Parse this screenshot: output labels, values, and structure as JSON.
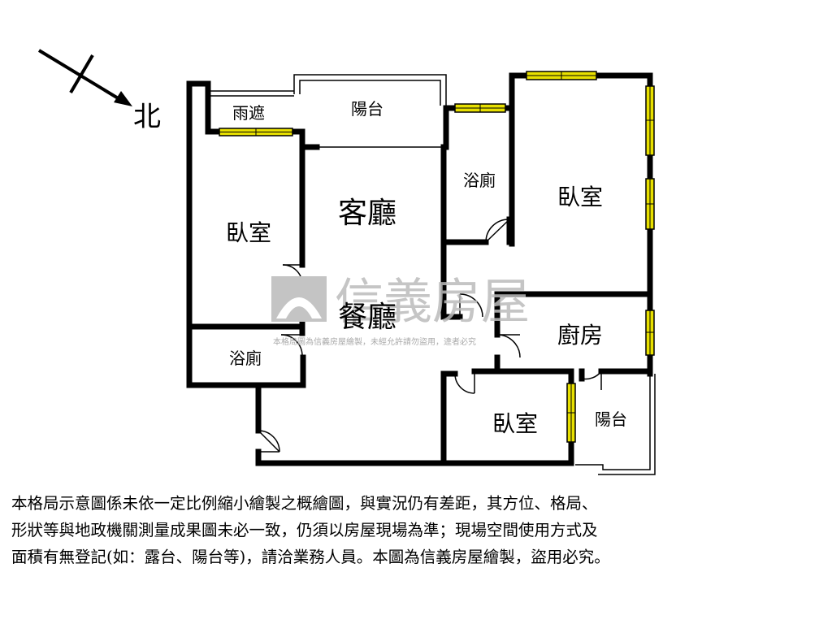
{
  "compass": {
    "label": "北"
  },
  "rooms": {
    "canopy": "雨遮",
    "balcony_top": "陽台",
    "living_room": "客廳",
    "bath_top": "浴廁",
    "bedroom_right": "臥室",
    "bedroom_left": "臥室",
    "dining_room": "餐廳",
    "bath_left": "浴廁",
    "kitchen": "廚房",
    "bedroom_bottom": "臥室",
    "balcony_bottom": "陽台"
  },
  "watermark": {
    "brand": "信義房屋",
    "notice": "本格局圖為信義房屋繪製，未經允許請勿盜用，違者必究"
  },
  "disclaimer": {
    "line1": "本格局示意圖係未依一定比例縮小繪製之概繪圖，與實況仍有差距，其方位、格局、",
    "line2": "形狀等與地政機關測量成果圖未必一致，仍須以房屋現場為準；現場空間使用方式及",
    "line3": "面積有無登記(如：露台、陽台等)，請洽業務人員。本圖為信義房屋繪製，盜用必究。"
  },
  "colors": {
    "wall": "#000000",
    "window": "#e8e000",
    "watermark": "#b8b8b8"
  }
}
